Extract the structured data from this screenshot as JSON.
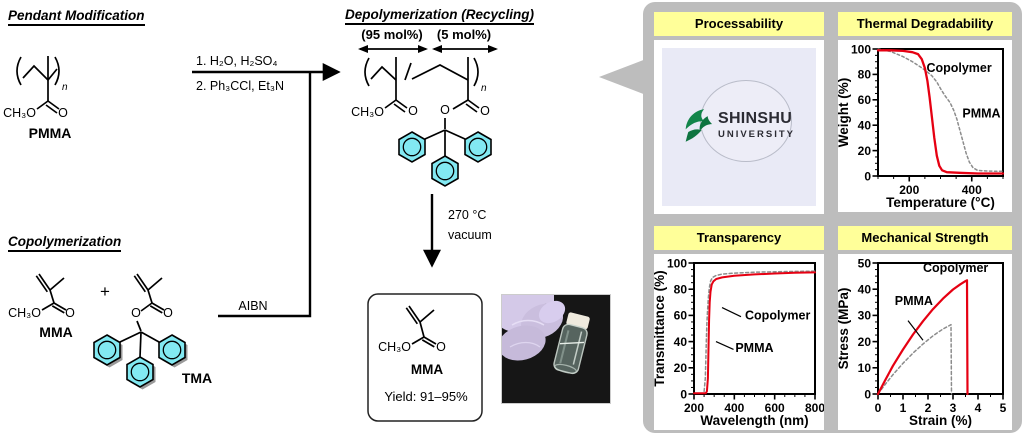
{
  "scheme": {
    "sections": {
      "pendant_title": "Pendant Modification",
      "copolymerization_title": "Copolymerization",
      "depolymerization_title": "Depolymerization (Recycling)"
    },
    "conditions": {
      "step1": "1. H₂O, H₂SO₄",
      "step2": "2. Ph₃CCl, Et₃N",
      "initiator": "AIBN",
      "pyrolysis_temp": "270 °C",
      "pyrolysis_vacuum": "vacuum"
    },
    "fractions": {
      "major": "(95 mol%)",
      "minor": "(5 mol%)"
    },
    "symbols": {
      "plus": "+",
      "repeat_n": "n"
    },
    "atoms": {
      "ch3o": "CH₃O",
      "o": "O"
    },
    "molecules": {
      "pmma": "PMMA",
      "mma": "MMA",
      "tma": "TMA"
    },
    "product": {
      "name": "MMA",
      "yield": "Yield: 91–95%"
    }
  },
  "panel": {
    "cards": [
      {
        "title": "Processability"
      },
      {
        "title": "Thermal Degradability"
      },
      {
        "title": "Transparency"
      },
      {
        "title": "Mechanical Strength"
      }
    ],
    "logo": {
      "line1": "SHINSHU",
      "line2": "UNIVERSITY"
    }
  },
  "colors": {
    "copolymer_red": "#e60012",
    "pmma_gray": "#8c8c8c",
    "ring_cyan": "#82e9f2",
    "panel_gray": "#bdbdbd",
    "header_yellow": "#ffff99",
    "logo_green": "#12854a"
  },
  "chart_data": [
    {
      "id": "thermal",
      "type": "line",
      "title": "Thermal Degradability",
      "xlabel": "Temperature (°C)",
      "ylabel": "Weight (%)",
      "xlim": [
        100,
        500
      ],
      "ylim": [
        0,
        100
      ],
      "xticks": [
        200,
        400
      ],
      "yticks": [
        0,
        20,
        40,
        60,
        80,
        100
      ],
      "xminor": 50,
      "yminor": 5,
      "series": [
        {
          "name": "PMMA",
          "color": "#8c8c8c",
          "dash": "2.5,2.5",
          "width": 1.5,
          "points": [
            [
              100,
              100
            ],
            [
              140,
              98
            ],
            [
              180,
              94
            ],
            [
              210,
              90
            ],
            [
              235,
              86
            ],
            [
              255,
              82.5
            ],
            [
              272,
              79
            ],
            [
              288,
              74
            ],
            [
              302,
              68
            ],
            [
              315,
              63
            ],
            [
              330,
              58
            ],
            [
              342,
              52
            ],
            [
              352,
              45
            ],
            [
              362,
              36
            ],
            [
              372,
              27
            ],
            [
              382,
              18
            ],
            [
              392,
              11
            ],
            [
              404,
              6.5
            ],
            [
              418,
              4.5
            ],
            [
              440,
              4
            ],
            [
              470,
              3.8
            ],
            [
              500,
              3.8
            ]
          ]
        },
        {
          "name": "Copolymer",
          "color": "#e60012",
          "dash": null,
          "width": 2.3,
          "points": [
            [
              100,
              99
            ],
            [
              140,
              99
            ],
            [
              180,
              98.5
            ],
            [
              210,
              97.5
            ],
            [
              228,
              96
            ],
            [
              240,
              92
            ],
            [
              250,
              85
            ],
            [
              258,
              75
            ],
            [
              265,
              62
            ],
            [
              272,
              47
            ],
            [
              280,
              30
            ],
            [
              288,
              16
            ],
            [
              296,
              8
            ],
            [
              305,
              4.5
            ],
            [
              320,
              3
            ],
            [
              360,
              2.5
            ],
            [
              420,
              2
            ],
            [
              500,
              2
            ]
          ]
        }
      ],
      "labels": [
        {
          "text": "Copolymer",
          "color": "#e60012",
          "x": 255,
          "y": 82
        },
        {
          "text": "PMMA",
          "color": "#000000",
          "x": 370,
          "y": 46
        }
      ],
      "pointers": []
    },
    {
      "id": "transparency",
      "type": "line",
      "title": "Transparency",
      "xlabel": "Wavelength (nm)",
      "ylabel": "Transmittance (%)",
      "xlim": [
        200,
        800
      ],
      "ylim": [
        0,
        100
      ],
      "xticks": [
        200,
        400,
        600,
        800
      ],
      "yticks": [
        0,
        20,
        40,
        60,
        80,
        100
      ],
      "xminor": 50,
      "yminor": 5,
      "series": [
        {
          "name": "PMMA",
          "color": "#8c8c8c",
          "dash": "3,2.5",
          "width": 1.5,
          "points": [
            [
              200,
              0.5
            ],
            [
              242,
              0.5
            ],
            [
              250,
              2
            ],
            [
              256,
              12
            ],
            [
              259,
              28
            ],
            [
              262,
              45
            ],
            [
              264,
              54
            ],
            [
              267,
              63
            ],
            [
              271,
              73
            ],
            [
              276,
              81
            ],
            [
              283,
              86.5
            ],
            [
              292,
              89
            ],
            [
              310,
              90.5
            ],
            [
              340,
              91.5
            ],
            [
              400,
              92.3
            ],
            [
              500,
              93
            ],
            [
              600,
              93.3
            ],
            [
              700,
              93.6
            ],
            [
              800,
              93.8
            ]
          ]
        },
        {
          "name": "Copolymer",
          "color": "#e60012",
          "dash": null,
          "width": 2,
          "points": [
            [
              200,
              0.5
            ],
            [
              258,
              0.5
            ],
            [
              264,
              2
            ],
            [
              269,
              12
            ],
            [
              272,
              35
            ],
            [
              275,
              57
            ],
            [
              278,
              70
            ],
            [
              282,
              78
            ],
            [
              288,
              83.5
            ],
            [
              296,
              86
            ],
            [
              310,
              87.8
            ],
            [
              340,
              89
            ],
            [
              400,
              90.3
            ],
            [
              500,
              91.3
            ],
            [
              600,
              92
            ],
            [
              700,
              92.5
            ],
            [
              800,
              92.8
            ]
          ]
        }
      ],
      "labels": [
        {
          "text": "Copolymer",
          "color": "#e60012",
          "x": 453,
          "y": 57
        },
        {
          "text": "PMMA",
          "color": "#000000",
          "x": 405,
          "y": 32
        }
      ],
      "pointers": [
        {
          "from": [
            339,
            66
          ],
          "to": [
            433,
            59
          ]
        },
        {
          "from": [
            309,
            40
          ],
          "to": [
            396,
            34
          ]
        }
      ]
    },
    {
      "id": "mechanical",
      "type": "line",
      "title": "Mechanical Strength",
      "xlabel": "Strain (%)",
      "ylabel": "Stress (MPa)",
      "xlim": [
        0,
        5
      ],
      "ylim": [
        0,
        50
      ],
      "xticks": [
        0,
        1,
        2,
        3,
        4,
        5
      ],
      "yticks": [
        0,
        10,
        20,
        30,
        40,
        50
      ],
      "xminor": 0.5,
      "yminor": 2.5,
      "series": [
        {
          "name": "PMMA",
          "color": "#8c8c8c",
          "dash": "3,2.5",
          "width": 1.5,
          "points": [
            [
              0,
              0
            ],
            [
              0.3,
              3.8
            ],
            [
              0.6,
              7.4
            ],
            [
              1,
              11.7
            ],
            [
              1.4,
              15.6
            ],
            [
              1.8,
              19.1
            ],
            [
              2.2,
              22.2
            ],
            [
              2.6,
              24.8
            ],
            [
              2.85,
              26.1
            ],
            [
              2.92,
              26.5
            ],
            [
              2.94,
              0
            ]
          ]
        },
        {
          "name": "Copolymer",
          "color": "#e60012",
          "dash": null,
          "width": 2.2,
          "points": [
            [
              0,
              0
            ],
            [
              0.3,
              5.5
            ],
            [
              0.6,
              10.8
            ],
            [
              1,
              17
            ],
            [
              1.4,
              22.7
            ],
            [
              1.8,
              27.8
            ],
            [
              2.2,
              32.4
            ],
            [
              2.6,
              36.4
            ],
            [
              3,
              39.9
            ],
            [
              3.3,
              41.9
            ],
            [
              3.5,
              43.1
            ],
            [
              3.56,
              43.4
            ],
            [
              3.58,
              0
            ]
          ]
        }
      ],
      "labels": [
        {
          "text": "Copolymer",
          "color": "#e60012",
          "x": 1.8,
          "y": 46.5
        },
        {
          "text": "PMMA",
          "color": "#000000",
          "x": 0.67,
          "y": 34
        }
      ],
      "pointers": [
        {
          "from": [
            1.2,
            28
          ],
          "to": [
            1.8,
            20.5
          ]
        }
      ]
    }
  ]
}
